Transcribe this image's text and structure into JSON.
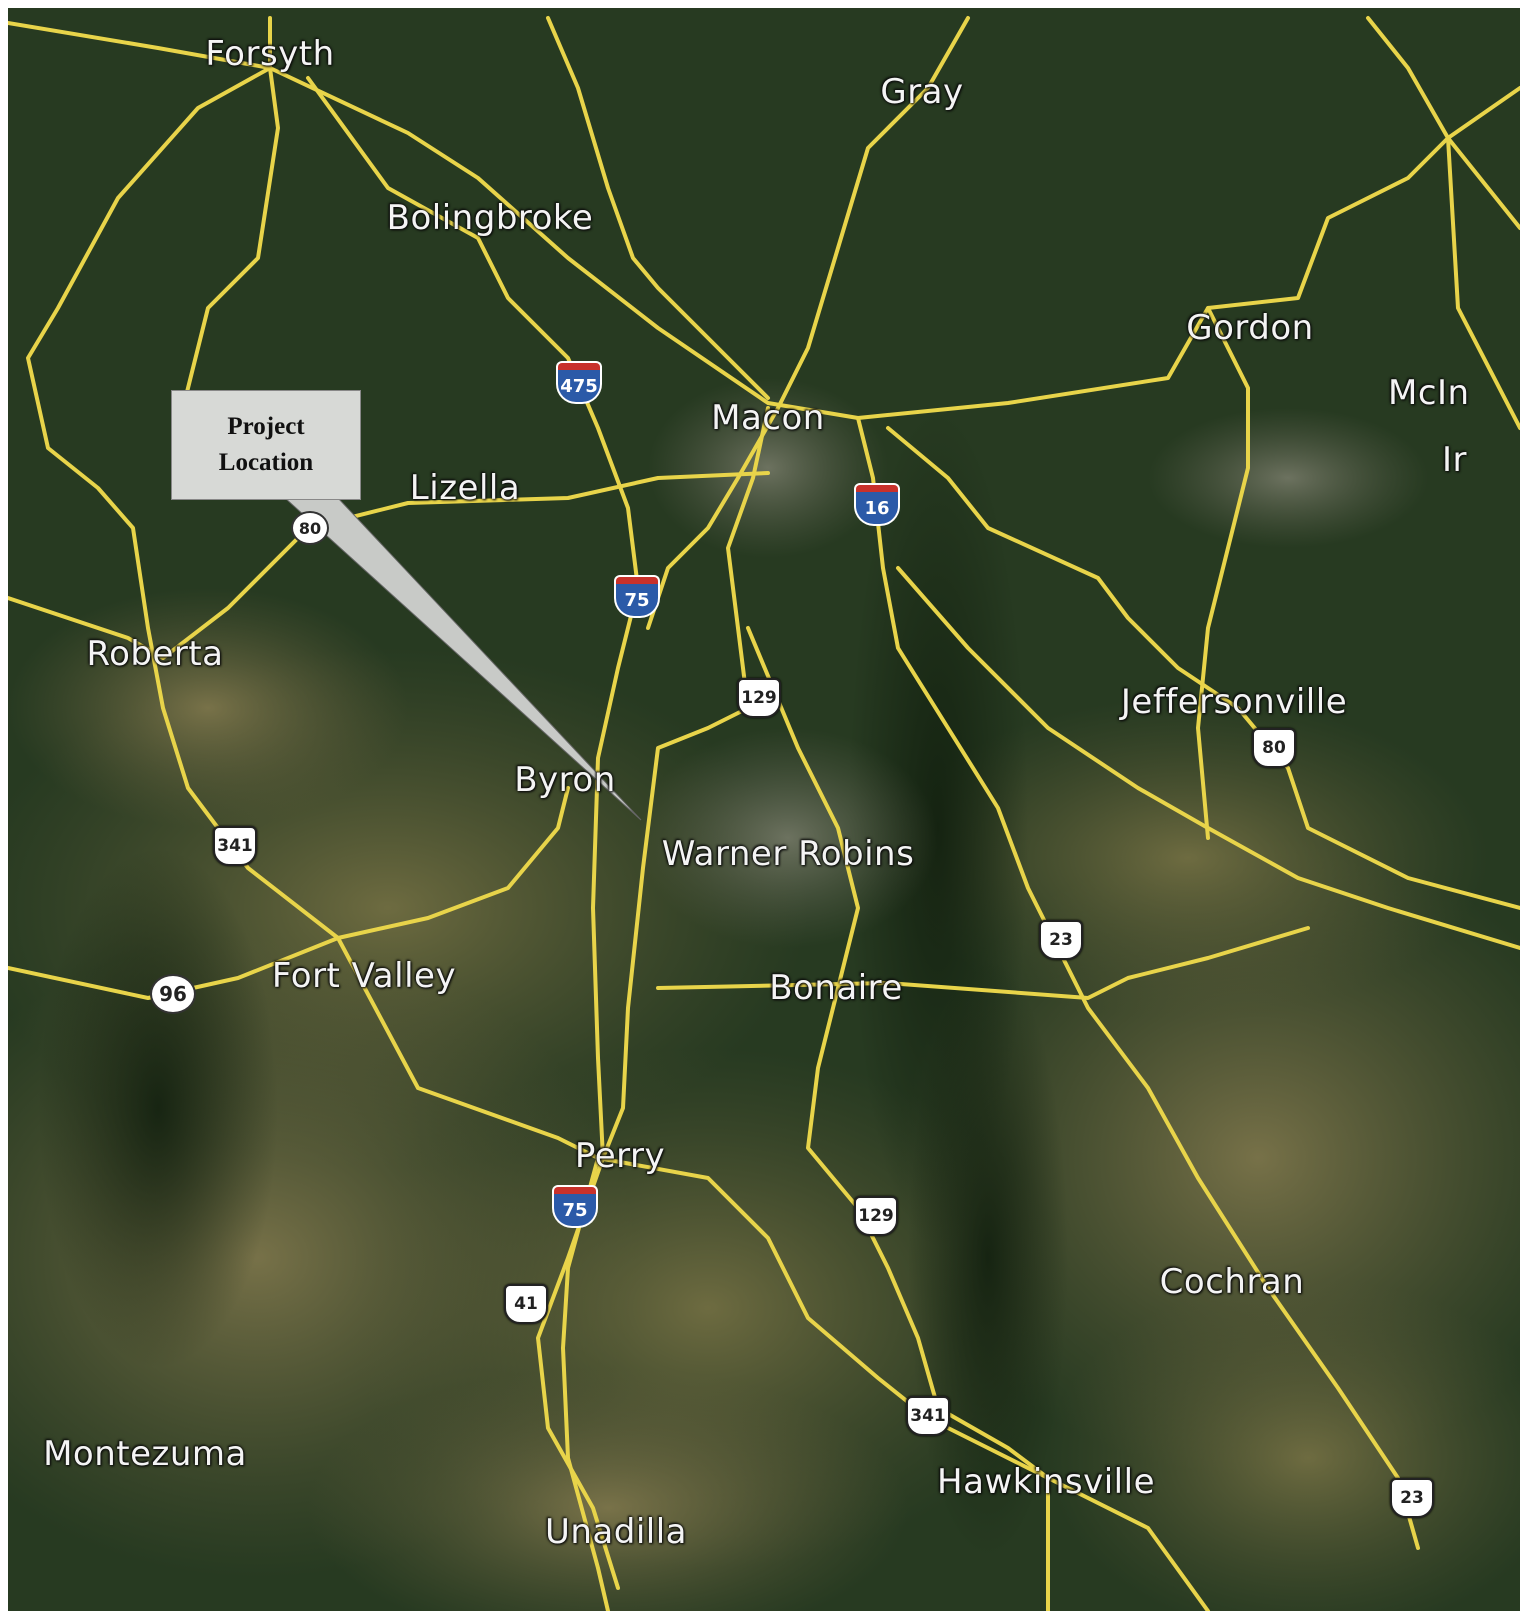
{
  "callout": {
    "line1": "Project",
    "line2": "Location"
  },
  "cities": [
    {
      "id": "forsyth",
      "label": "Forsyth"
    },
    {
      "id": "gray",
      "label": "Gray"
    },
    {
      "id": "bolingbroke",
      "label": "Bolingbroke"
    },
    {
      "id": "gordon",
      "label": "Gordon"
    },
    {
      "id": "mcintyre",
      "label": "McIn"
    },
    {
      "id": "irwinton",
      "label": "Ir"
    },
    {
      "id": "macon",
      "label": "Macon"
    },
    {
      "id": "lizella",
      "label": "Lizella"
    },
    {
      "id": "roberta",
      "label": "Roberta"
    },
    {
      "id": "jeffersonville",
      "label": "Jeffersonville"
    },
    {
      "id": "byron",
      "label": "Byron"
    },
    {
      "id": "warner-robins",
      "label": "Warner Robins"
    },
    {
      "id": "fort-valley",
      "label": "Fort Valley"
    },
    {
      "id": "bonaire",
      "label": "Bonaire"
    },
    {
      "id": "perry",
      "label": "Perry"
    },
    {
      "id": "cochran",
      "label": "Cochran"
    },
    {
      "id": "montezuma",
      "label": "Montezuma"
    },
    {
      "id": "hawkinsville",
      "label": "Hawkinsville"
    },
    {
      "id": "unadilla",
      "label": "Unadilla"
    }
  ],
  "shields": {
    "i475": "475",
    "i16": "16",
    "i75_north": "75",
    "i75_south": "75",
    "us129_north": "129",
    "us129_south": "129",
    "us80": "80",
    "us341_west": "341",
    "us341_south": "341",
    "us23_mid": "23",
    "us23_south": "23",
    "us41": "41",
    "ga96": "96",
    "ga80": "80"
  },
  "colors": {
    "road": "#e8d44a",
    "forest": "#24351f",
    "farmland": "#6f6c45",
    "callout_fill": "#d7d9d6"
  }
}
